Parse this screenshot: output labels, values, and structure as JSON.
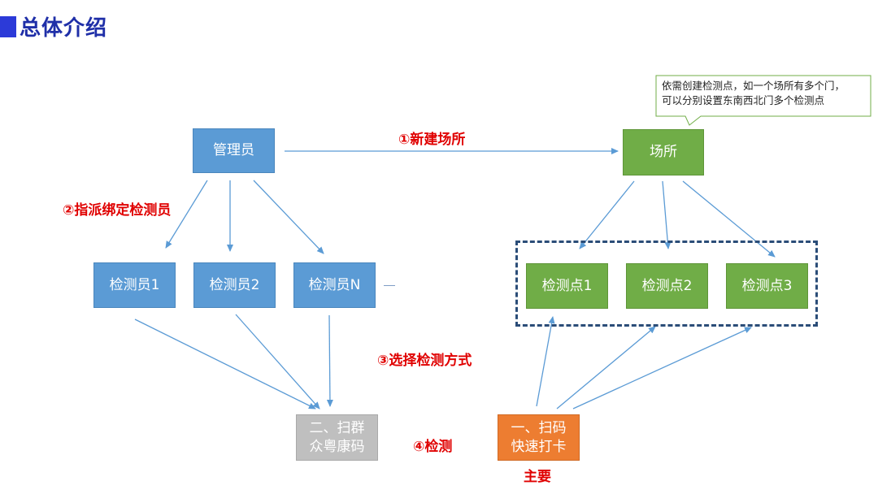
{
  "page": {
    "title": "总体介绍"
  },
  "colors": {
    "title": "#1f2fa8",
    "title_bar": "#2c3ad8",
    "blue_box": "#5b9bd5",
    "green_box": "#70ad47",
    "gray_box": "#bfbfbf",
    "orange_box": "#ed7d31",
    "label_red": "#e00000",
    "arrow": "#5b9bd5",
    "dashed_border": "#2b4d78",
    "note_border": "#70ad47"
  },
  "nodes": {
    "admin": "管理员",
    "venue": "场所",
    "inspector_1": "检测员1",
    "inspector_2": "检测员2",
    "inspector_n": "检测员N",
    "point_1": "检测点1",
    "point_2": "检测点2",
    "point_3": "检测点3",
    "scan_group_line1": "二、扫群",
    "scan_group_line2": "众粤康码",
    "quick_checkin_line1": "一、扫码",
    "quick_checkin_line2": "快速打卡"
  },
  "labels": {
    "step1": "①新建场所",
    "step2": "②指派绑定检测员",
    "step3": "③选择检测方式",
    "step4": "④检测",
    "main": "主要"
  },
  "callout": {
    "line1": "依需创建检测点，如一个场所有多个门，",
    "line2": "可以分别设置东南西北门多个检测点"
  }
}
